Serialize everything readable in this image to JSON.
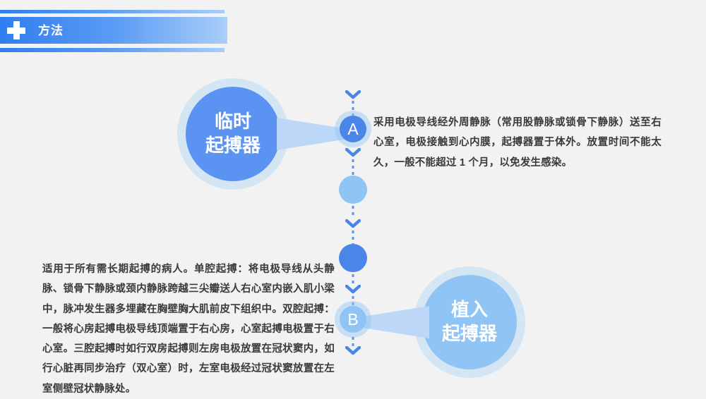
{
  "header": {
    "icon": "medical-cross-icon",
    "title": "方法",
    "accent_dark": "#2f7ef0",
    "accent_light": "#a9cef9"
  },
  "colors": {
    "background": "#f2f2f2",
    "blue_solid": "#5b93f2",
    "blue_light": "#8fc4f5",
    "blue_pale": "#bcd7f7",
    "text": "#3a3a3a"
  },
  "timeline": {
    "nodes": [
      {
        "label": "A",
        "style": "solid-halo"
      },
      {
        "label": "",
        "style": "light"
      },
      {
        "label": "",
        "style": "solid"
      },
      {
        "label": "B",
        "style": "light-halo"
      }
    ]
  },
  "bubbles": [
    {
      "id": "temporary-pacemaker",
      "line1": "临时",
      "line2": "起搏器",
      "node": "A"
    },
    {
      "id": "implanted-pacemaker",
      "line1": "植入",
      "line2": "起搏器",
      "node": "B"
    }
  ],
  "paragraphs": {
    "a_text": "采用电极导线经外周静脉（常用股静脉或锁骨下静脉）送至右心室，电极接触到心内膜，起搏器置于体外。放置时间不能太久，一般不能超过 1 个月，以免发生感染。",
    "b_text": "适用于所有需长期起搏的病人。单腔起搏：将电极导线从头静脉、锁骨下静脉或颈内静脉跨越三尖瓣送人右心室内嵌入肌小梁中，脉冲发生器多埋藏在胸壁胸大肌前皮下组织中。双腔起搏：一般将心房起搏电极导线顶端置于右心房，心室起搏电极置于右心室。三腔起搏时如行双房起搏则左房电极放置在冠状窦内，如行心脏再同步治疗（双心室）时，左室电极经过冠状窦放置在左室侧壁冠状静脉处。"
  }
}
